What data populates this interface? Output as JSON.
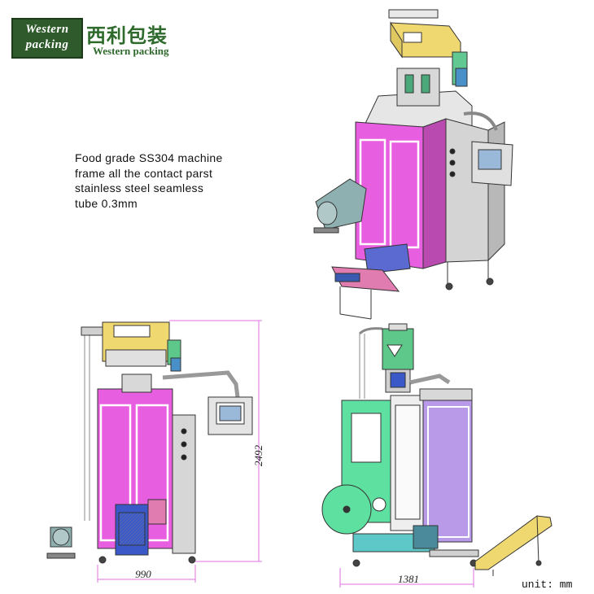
{
  "logo": {
    "line1": "Western",
    "line2": "packing",
    "chinese": "西利包装",
    "english": "Western packing"
  },
  "description": [
    "Food grade SS304 machine",
    "frame all the contact parst",
    "stainless  steel  seamless",
    "tube 0.3mm"
  ],
  "dimensions": {
    "height": "2492",
    "front_width": "990",
    "side_width": "1381"
  },
  "unit_label": "unit: mm",
  "colors": {
    "pink": "#e85ee0",
    "purple": "#b89ae8",
    "green": "#5ee0a0",
    "yellow": "#f0d870",
    "steel": "#c8c8c8",
    "dimension": "#e070e0",
    "brand_green": "#2e5a2c"
  }
}
